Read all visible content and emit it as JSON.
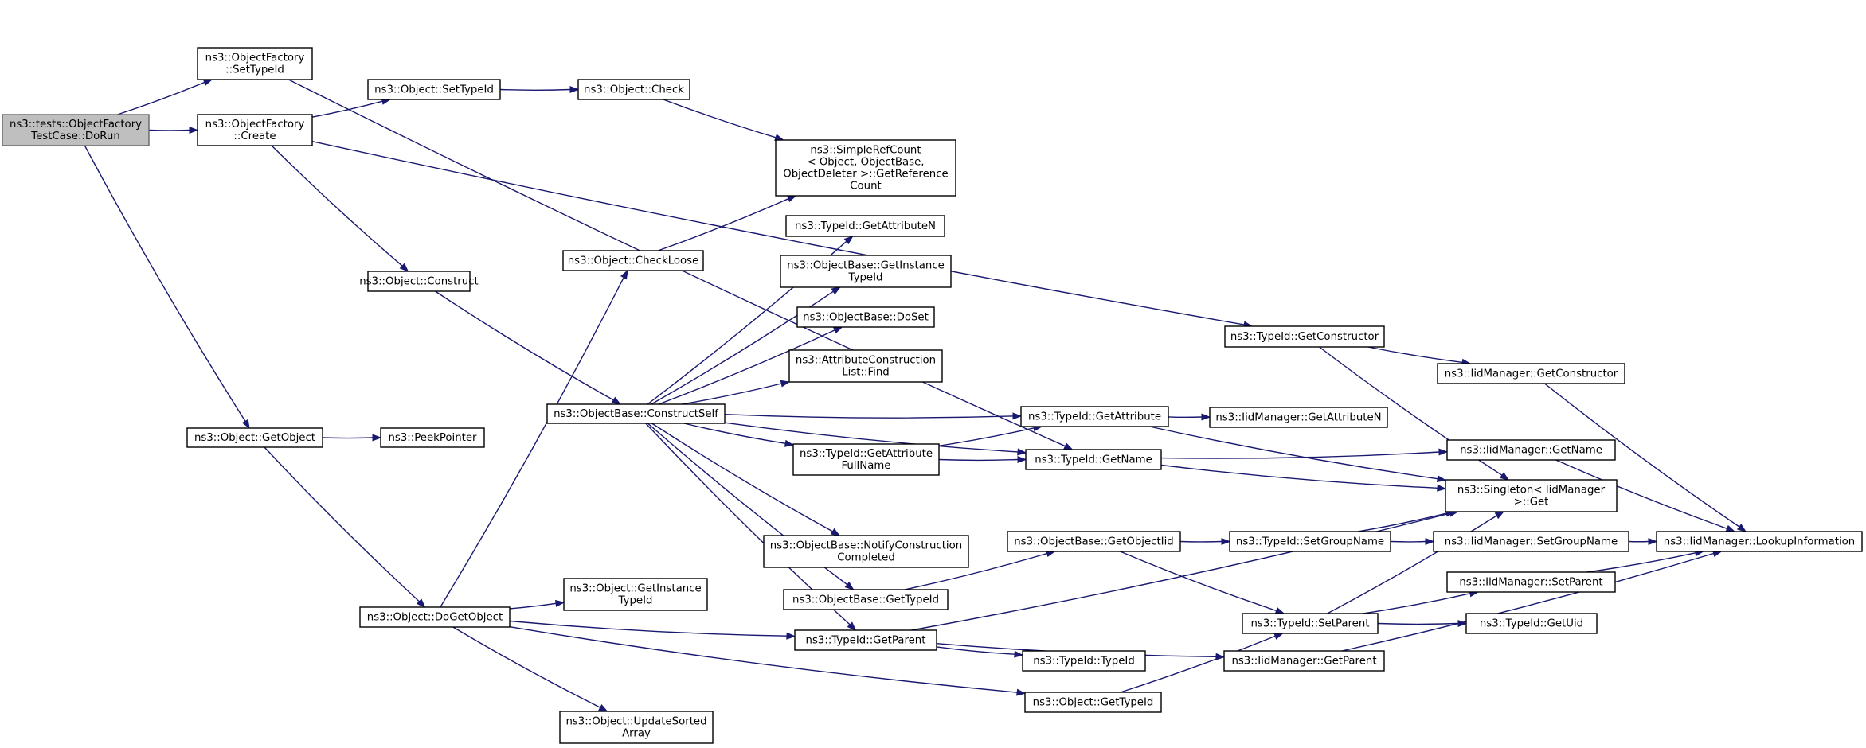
{
  "diagram": {
    "type": "call-graph",
    "colors": {
      "edge": "#191970",
      "root_fill": "#bfbfbf",
      "node_fill": "#ffffff",
      "node_border": "#000000"
    },
    "nodes": [
      {
        "id": "root",
        "lines": [
          "ns3::tests::ObjectFactory",
          "TestCase::DoRun"
        ],
        "root": true
      },
      {
        "id": "of_settypeid",
        "lines": [
          "ns3::ObjectFactory",
          "::SetTypeId"
        ]
      },
      {
        "id": "of_create",
        "lines": [
          "ns3::ObjectFactory",
          "::Create"
        ]
      },
      {
        "id": "obj_getobject",
        "lines": [
          "ns3::Object::GetObject"
        ]
      },
      {
        "id": "peekpointer",
        "lines": [
          "ns3::PeekPointer"
        ]
      },
      {
        "id": "obj_settypeid",
        "lines": [
          "ns3::Object::SetTypeId"
        ]
      },
      {
        "id": "obj_check",
        "lines": [
          "ns3::Object::Check"
        ]
      },
      {
        "id": "obj_construct",
        "lines": [
          "ns3::Object::Construct"
        ]
      },
      {
        "id": "obj_dogetobject",
        "lines": [
          "ns3::Object::DoGetObject"
        ]
      },
      {
        "id": "obj_checkloose",
        "lines": [
          "ns3::Object::CheckLoose"
        ]
      },
      {
        "id": "ob_constructself",
        "lines": [
          "ns3::ObjectBase::ConstructSelf"
        ]
      },
      {
        "id": "obj_getinstancetypeid",
        "lines": [
          "ns3::Object::GetInstance",
          "TypeId"
        ]
      },
      {
        "id": "obj_updatesorted",
        "lines": [
          "ns3::Object::UpdateSorted",
          "Array"
        ]
      },
      {
        "id": "srefcount",
        "lines": [
          "ns3::SimpleRefCount",
          "< Object, ObjectBase,",
          "ObjectDeleter >::GetReference",
          "Count"
        ]
      },
      {
        "id": "tid_getattributen",
        "lines": [
          "ns3::TypeId::GetAttributeN"
        ]
      },
      {
        "id": "ob_getinstancetypeid",
        "lines": [
          "ns3::ObjectBase::GetInstance",
          "TypeId"
        ]
      },
      {
        "id": "ob_doset",
        "lines": [
          "ns3::ObjectBase::DoSet"
        ]
      },
      {
        "id": "acl_find",
        "lines": [
          "ns3::AttributeConstruction",
          "List::Find"
        ]
      },
      {
        "id": "tid_getattrfullname",
        "lines": [
          "ns3::TypeId::GetAttribute",
          "FullName"
        ]
      },
      {
        "id": "ob_notify",
        "lines": [
          "ns3::ObjectBase::NotifyConstruction",
          "Completed"
        ]
      },
      {
        "id": "ob_gettypeid",
        "lines": [
          "ns3::ObjectBase::GetTypeId"
        ]
      },
      {
        "id": "tid_getparent",
        "lines": [
          "ns3::TypeId::GetParent"
        ]
      },
      {
        "id": "tid_typeid",
        "lines": [
          "ns3::TypeId::TypeId"
        ]
      },
      {
        "id": "tid_getattribute",
        "lines": [
          "ns3::TypeId::GetAttribute"
        ]
      },
      {
        "id": "tid_getname",
        "lines": [
          "ns3::TypeId::GetName"
        ]
      },
      {
        "id": "ob_getobjectiid",
        "lines": [
          "ns3::ObjectBase::GetObjectIid"
        ]
      },
      {
        "id": "obj_gettypeid",
        "lines": [
          "ns3::Object::GetTypeId"
        ]
      },
      {
        "id": "tid_getconstructor",
        "lines": [
          "ns3::TypeId::GetConstructor"
        ]
      },
      {
        "id": "tid_setgroupname",
        "lines": [
          "ns3::TypeId::SetGroupName"
        ]
      },
      {
        "id": "tid_setparent",
        "lines": [
          "ns3::TypeId::SetParent"
        ]
      },
      {
        "id": "iid_getparent",
        "lines": [
          "ns3::IidManager::GetParent"
        ]
      },
      {
        "id": "iid_getattributen",
        "lines": [
          "ns3::IidManager::GetAttributeN"
        ]
      },
      {
        "id": "iid_getconstructor",
        "lines": [
          "ns3::IidManager::GetConstructor"
        ]
      },
      {
        "id": "iid_getname",
        "lines": [
          "ns3::IidManager::GetName"
        ]
      },
      {
        "id": "singleton_get",
        "lines": [
          "ns3::Singleton< IidManager",
          ">::Get"
        ]
      },
      {
        "id": "iid_setgroupname",
        "lines": [
          "ns3::IidManager::SetGroupName"
        ]
      },
      {
        "id": "iid_setparent",
        "lines": [
          "ns3::IidManager::SetParent"
        ]
      },
      {
        "id": "tid_getuid",
        "lines": [
          "ns3::TypeId::GetUid"
        ]
      },
      {
        "id": "iid_lookup",
        "lines": [
          "ns3::IidManager::LookupInformation"
        ]
      }
    ],
    "edges": [
      [
        "root",
        "of_settypeid"
      ],
      [
        "root",
        "of_create"
      ],
      [
        "root",
        "obj_getobject"
      ],
      [
        "of_settypeid",
        "tid_getname"
      ],
      [
        "of_create",
        "obj_settypeid"
      ],
      [
        "of_create",
        "tid_getconstructor"
      ],
      [
        "of_create",
        "obj_construct"
      ],
      [
        "obj_settypeid",
        "obj_check"
      ],
      [
        "obj_check",
        "srefcount"
      ],
      [
        "obj_construct",
        "ob_constructself"
      ],
      [
        "obj_getobject",
        "peekpointer"
      ],
      [
        "obj_getobject",
        "obj_dogetobject"
      ],
      [
        "obj_dogetobject",
        "obj_checkloose"
      ],
      [
        "obj_dogetobject",
        "obj_getinstancetypeid"
      ],
      [
        "obj_dogetobject",
        "tid_getparent"
      ],
      [
        "obj_dogetobject",
        "obj_gettypeid"
      ],
      [
        "obj_dogetobject",
        "obj_updatesorted"
      ],
      [
        "obj_checkloose",
        "srefcount"
      ],
      [
        "ob_constructself",
        "tid_getattributen"
      ],
      [
        "ob_constructself",
        "ob_getinstancetypeid"
      ],
      [
        "ob_constructself",
        "ob_doset"
      ],
      [
        "ob_constructself",
        "acl_find"
      ],
      [
        "ob_constructself",
        "tid_getattribute"
      ],
      [
        "ob_constructself",
        "tid_getattrfullname"
      ],
      [
        "ob_constructself",
        "tid_getname"
      ],
      [
        "ob_constructself",
        "ob_notify"
      ],
      [
        "ob_constructself",
        "ob_gettypeid"
      ],
      [
        "ob_constructself",
        "tid_getparent"
      ],
      [
        "tid_getattrfullname",
        "tid_getattribute"
      ],
      [
        "tid_getattrfullname",
        "tid_getname"
      ],
      [
        "ob_gettypeid",
        "ob_getobjectiid"
      ],
      [
        "tid_getparent",
        "tid_typeid"
      ],
      [
        "tid_getparent",
        "iid_getparent"
      ],
      [
        "tid_getparent",
        "singleton_get"
      ],
      [
        "tid_getattribute",
        "iid_getattributen"
      ],
      [
        "tid_getattribute",
        "singleton_get"
      ],
      [
        "tid_getname",
        "iid_getname"
      ],
      [
        "tid_getname",
        "singleton_get"
      ],
      [
        "ob_getobjectiid",
        "tid_setgroupname"
      ],
      [
        "ob_getobjectiid",
        "tid_setparent"
      ],
      [
        "obj_gettypeid",
        "tid_setparent"
      ],
      [
        "tid_getconstructor",
        "iid_getconstructor"
      ],
      [
        "tid_getconstructor",
        "singleton_get"
      ],
      [
        "tid_setgroupname",
        "iid_setgroupname"
      ],
      [
        "tid_setgroupname",
        "singleton_get"
      ],
      [
        "tid_setparent",
        "iid_setparent"
      ],
      [
        "tid_setparent",
        "tid_getuid"
      ],
      [
        "tid_setparent",
        "singleton_get"
      ],
      [
        "iid_getparent",
        "iid_lookup"
      ],
      [
        "iid_getconstructor",
        "iid_lookup"
      ],
      [
        "iid_getname",
        "iid_lookup"
      ],
      [
        "iid_setgroupname",
        "iid_lookup"
      ],
      [
        "iid_setparent",
        "iid_lookup"
      ]
    ]
  }
}
